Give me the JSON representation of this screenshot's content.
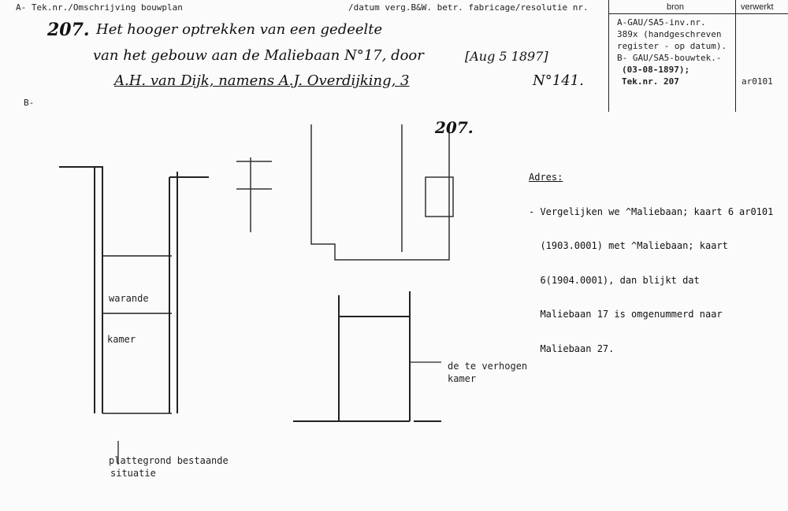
{
  "header": {
    "col_a": "A- Tek.nr./Omschrijving bouwplan",
    "col_date": "/datum verg.B&W. betr. fabricage/resolutie nr.",
    "col_bron": "bron",
    "col_verwerkt": "verwerkt"
  },
  "entry": {
    "number": "207.",
    "line1": "Het hooger optrekken van een gedeelte",
    "line2": "van het gebouw aan de Maliebaan N°17, door",
    "line3": "A.H. van Dijk, namens A.J. Overdijking, 3",
    "date_bracket": "[Aug 5  1897]",
    "resolution": "N°141."
  },
  "bron": {
    "lines": [
      "A-GAU/SA5-inv.nr.",
      "389x (handgeschreven",
      "register - op datum).",
      "B- GAU/SA5-bouwtek.-",
      "(03-08-1897);",
      "Tek.nr. 207"
    ],
    "verwerkt": "ar0101"
  },
  "section_b": {
    "label": "B-",
    "drawing_number": "207.",
    "labels": {
      "warande": "warande",
      "kamer": "kamer",
      "verhogen": "de te verhogen",
      "verhogen2": "kamer",
      "plattegrond": "plattegrond bestaande",
      "situatie": "situatie"
    }
  },
  "adres": {
    "title": "Adres:",
    "lines": [
      "- Vergelijken we ^Maliebaan; kaart 6",
      "  (1903.0001) met ^Maliebaan; kaart",
      "  6(1904.0001), dan blijkt dat",
      "  Maliebaan 17 is omgenummerd naar",
      "  Maliebaan 27."
    ],
    "code": "ar0101"
  }
}
